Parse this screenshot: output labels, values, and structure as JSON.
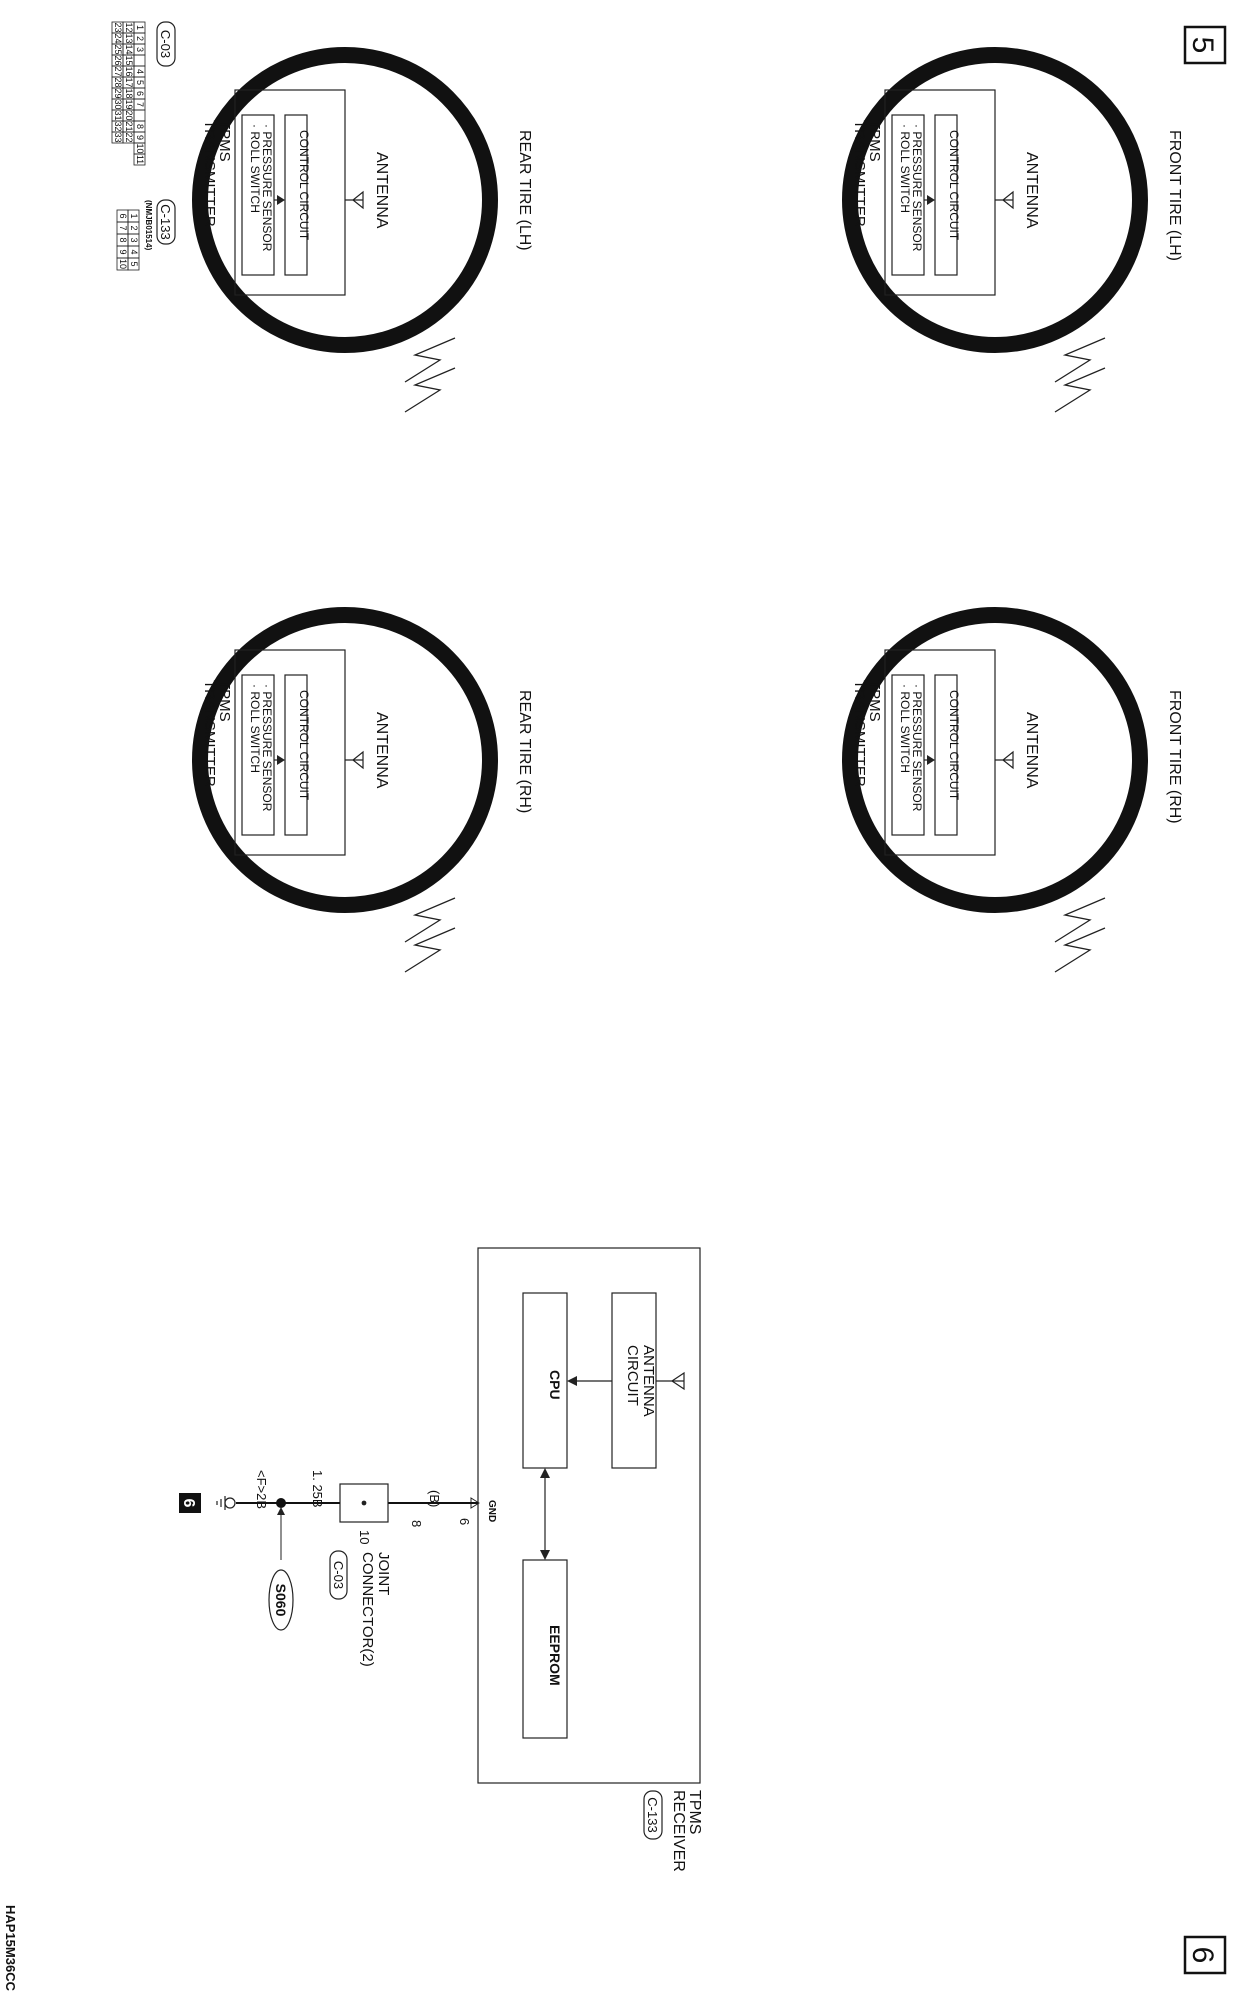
{
  "sheet": {
    "page_left": "5",
    "page_right": "6",
    "drawing_code": "HAP15M36CC"
  },
  "tires": [
    {
      "title": "FRONT TIRE (LH)"
    },
    {
      "title": "FRONT TIRE (RH)"
    },
    {
      "title": "REAR TIRE (LH)"
    },
    {
      "title": "REAR TIRE (RH)"
    }
  ],
  "transmitter": {
    "antenna": "ANTENNA",
    "control": "CONTROL CIRCUIT",
    "sensor_line1": "· PRESSURE SENSOR",
    "sensor_line2": "· ROLL SWITCH",
    "name_line1": "TPMS",
    "name_line2": "TRANSMITTER"
  },
  "receiver": {
    "antenna_circuit_line1": "ANTENNA",
    "antenna_circuit_line2": "CIRCUIT",
    "cpu": "CPU",
    "eeprom": "EEPROM",
    "name_line1": "TPMS",
    "name_line2": "RECEIVER",
    "connector": "C-133",
    "gnd_label": "GND",
    "pin": "6"
  },
  "wiring": {
    "color_b": "(B)",
    "pin_8": "8",
    "pin_10": "10",
    "joint_line1": "JOINT",
    "joint_line2": "CONNECTOR(2)",
    "joint_connector": "C-03",
    "wire_spec": "1. 25B",
    "ground_ref": "<F>2B",
    "splice": "S060",
    "ground_box": "6"
  },
  "connector_views": {
    "c03_label": "C-03",
    "c03_rows": [
      [
        "1",
        "2",
        "3",
        "",
        "4",
        "5",
        "6",
        "7",
        "",
        "8",
        "9",
        "10",
        "11"
      ],
      [
        "12",
        "13",
        "14",
        "15",
        "16",
        "17",
        "18",
        "19",
        "20",
        "21",
        "22"
      ],
      [
        "23",
        "24",
        "25",
        "26",
        "27",
        "28",
        "29",
        "30",
        "31",
        "32",
        "33"
      ]
    ],
    "c133_label": "C-133",
    "c133_part": "(NMJB01514)",
    "c133_rows": [
      [
        "1",
        "2",
        "3",
        "4",
        "5"
      ],
      [
        "6",
        "7",
        "8",
        "9",
        "10"
      ]
    ]
  }
}
